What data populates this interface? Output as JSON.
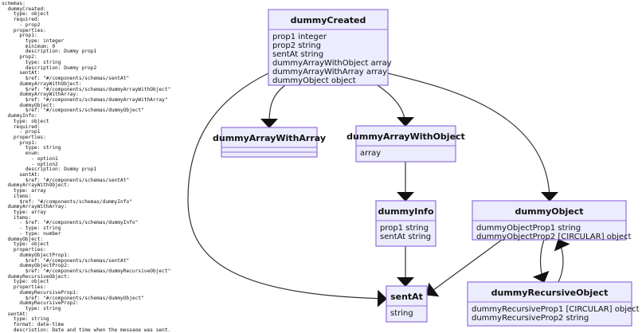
{
  "yaml_source": [
    "schemas:",
    "  dummyCreated:",
    "    type: object",
    "    required:",
    "      - prop2",
    "    properties:",
    "      prop1:",
    "        type: integer",
    "        minimum: 0",
    "        description: Dummy prop1",
    "      prop2:",
    "        type: string",
    "        description: Dummy prop2",
    "      sentAt:",
    "        $ref: \"#/components/schemas/sentAt\"",
    "      dummyArrayWithObject:",
    "        $ref: \"#/components/schemas/dummyArrayWithObject\"",
    "      dummyArrayWithArray:",
    "        $ref: \"#/components/schemas/dummyArrayWithArray\"",
    "      dummyObject:",
    "        $ref: \"#/components/schemas/dummyObject\"",
    "  dummyInfo:",
    "    type: object",
    "    required:",
    "      - prop1",
    "    properties:",
    "      prop1:",
    "        type: string",
    "        enum:",
    "          - option1",
    "          - option2",
    "        description: Dummy prop1",
    "      sentAt:",
    "        $ref: \"#/components/schemas/sentAt\"",
    "  dummyArrayWithObject:",
    "    type: array",
    "    items:",
    "      $ref: \"#/components/schemas/dummyInfo\"",
    "  dummyArrayWithArray:",
    "    type: array",
    "    items:",
    "      - $ref: \"#/components/schemas/dummyInfo\"",
    "      - type: string",
    "      - type: number",
    "  dummyObject:",
    "    type: object",
    "    properties:",
    "      dummyObjectProp1:",
    "        $ref: \"#/components/schemas/sentAt\"",
    "      dummyObjectProp2:",
    "        $ref: \"#/components/schemas/dummyRecursiveObject\"",
    "  dummyRecursiveObject:",
    "    type: object",
    "    properties:",
    "      dummyRecursiveProp1:",
    "        $ref: \"#/components/schemas/dummyObject\"",
    "      dummyRecursiveProp2:",
    "        type: string",
    "  sentAt:",
    "    type: string",
    "    format: date-time",
    "    description: Date and time when the message was sent."
  ],
  "diagram": {
    "colors": {
      "box_fill": "#ececff",
      "box_border": "#9370db",
      "edge": "#333333"
    },
    "boxes": [
      {
        "id": "dummyCreated",
        "title": "dummyCreated",
        "attrs": [
          "prop1 integer",
          "prop2 string",
          "sentAt string",
          "dummyArrayWithObject array",
          "dummyArrayWithArray array",
          "dummyObject object"
        ]
      },
      {
        "id": "dummyArrayWithArray",
        "title": "dummyArrayWithArray",
        "attrs": []
      },
      {
        "id": "dummyArrayWithObject",
        "title": "dummyArrayWithObject",
        "attrs": [
          "array"
        ]
      },
      {
        "id": "dummyInfo",
        "title": "dummyInfo",
        "attrs": [
          "prop1 string",
          "sentAt string"
        ]
      },
      {
        "id": "dummyObject",
        "title": "dummyObject",
        "attrs": [
          "dummyObjectProp1 string",
          "dummyObjectProp2 [CIRCULAR] object"
        ]
      },
      {
        "id": "sentAt",
        "title": "sentAt",
        "attrs": [
          "string"
        ]
      },
      {
        "id": "dummyRecursiveObject",
        "title": "dummyRecursiveObject",
        "attrs": [
          "dummyRecursiveProp1 [CIRCULAR] object",
          "dummyRecursiveProp2 string"
        ]
      }
    ],
    "edges": [
      {
        "from": "dummyCreated",
        "to": "dummyArrayWithArray"
      },
      {
        "from": "dummyCreated",
        "to": "dummyArrayWithObject"
      },
      {
        "from": "dummyCreated",
        "to": "dummyObject"
      },
      {
        "from": "dummyCreated",
        "to": "sentAt"
      },
      {
        "from": "dummyArrayWithObject",
        "to": "dummyInfo"
      },
      {
        "from": "dummyInfo",
        "to": "sentAt"
      },
      {
        "from": "dummyObject",
        "to": "sentAt"
      },
      {
        "from": "dummyObject",
        "to": "dummyRecursiveObject"
      },
      {
        "from": "dummyRecursiveObject",
        "to": "dummyObject"
      }
    ]
  }
}
